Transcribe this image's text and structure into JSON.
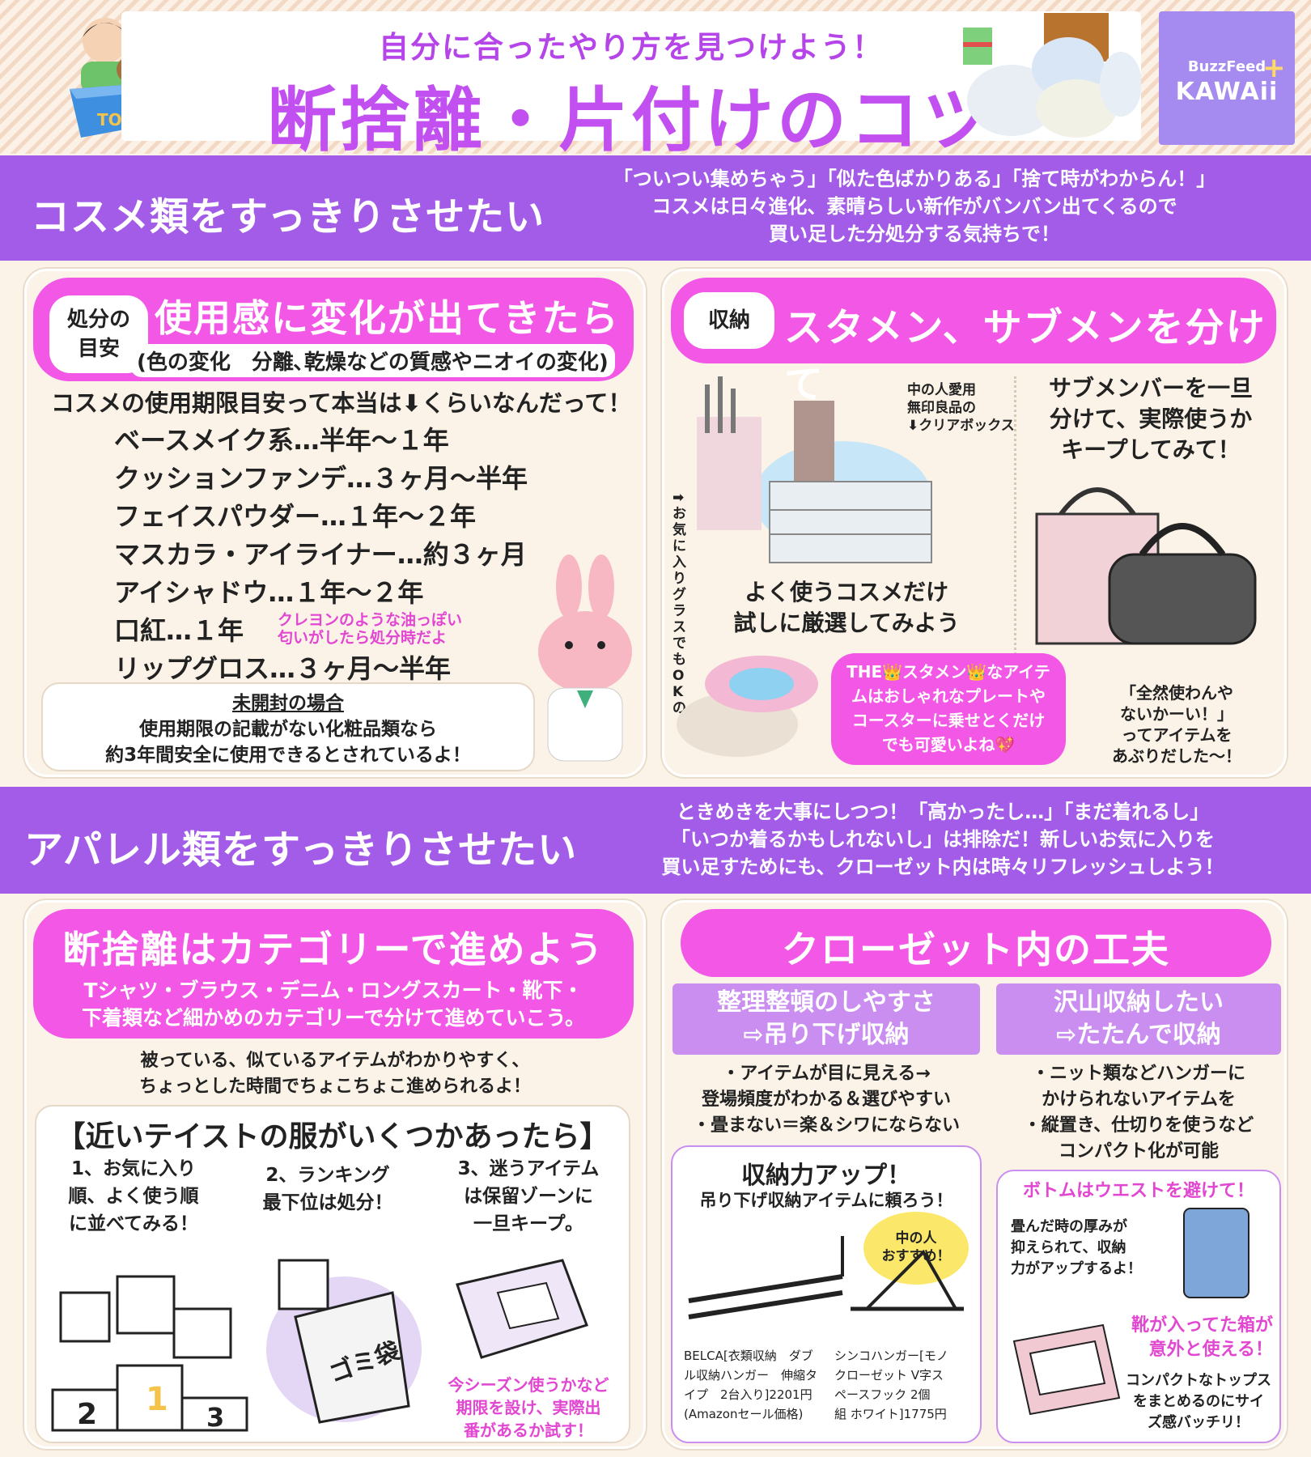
{
  "header": {
    "subtitle": "自分に合ったやり方を見つけよう！",
    "title": "断捨離・片付けのコツ",
    "toy_label": "TOY",
    "logo_top": "BuzzFeed",
    "logo_bottom": "KAWAii",
    "logo_plus": "+"
  },
  "cosme": {
    "band_title": "コスメ類をすっきりさせたい",
    "band_desc": [
      "「ついつい集めちゃう」「似た色ばかりある」「捨て時がわからん！」",
      "コスメは日々進化、素晴らしい新作がバンバン出てくるので",
      "買い足した分処分する気持ちで！"
    ],
    "left": {
      "tag": [
        "処分の",
        "目安"
      ],
      "heading": "使用感に変化が出てきたら",
      "heading_sub": "(色の変化　分離､乾燥などの質感やニオイの変化)",
      "intro": "コスメの使用期限目安って本当は⬇くらいなんだって！",
      "items": [
        "ベースメイク系…半年〜１年",
        "クッションファンデ…３ヶ月〜半年",
        "フェイスパウダー…１年〜２年",
        "マスカラ・アイライナー…約３ヶ月",
        "アイシャドウ…１年〜２年",
        "口紅…１年",
        "リップグロス…３ヶ月〜半年"
      ],
      "lipstick_note": [
        "クレヨンのような油っぽい",
        "匂いがしたら処分時だよ"
      ],
      "unopened_title": "未開封の場合",
      "unopened_text": [
        "使用期限の記載がない化粧品類なら",
        "約3年間安全に使用できるとされているよ！"
      ]
    },
    "right": {
      "tag": "収納",
      "heading": "スタメン、サブメンを分けて",
      "muji_note": [
        "中の人愛用",
        "無印良品の",
        "⬇クリアボックス"
      ],
      "glass_note": "➡お気に入りグラスでもOKの",
      "select_note": [
        "よく使うコスメだけ",
        "試しに厳選してみよう"
      ],
      "sub_note": [
        "サブメンバーを一旦",
        "分けて、実際使うか",
        "キープしてみて！"
      ],
      "plate_note": [
        "THE👑スタメン👑なアイテ",
        "ムはおしゃれなプレートや",
        "コースターに乗せとくだけ",
        "でも可愛いよね💖"
      ],
      "aburi_note": [
        "「全然使わんや",
        "ないかーい！」",
        "ってアイテムを",
        "あぶりだした〜！"
      ]
    }
  },
  "apparel": {
    "band_title": "アパレル類をすっきりさせたい",
    "band_desc": [
      "ときめきを大事にしつつ！「高かったし…」「まだ着れるし」",
      "「いつか着るかもしれないし」は排除だ！新しいお気に入りを",
      "買い足すためにも、クローゼット内は時々リフレッシュしよう！"
    ],
    "left": {
      "heading": "断捨離はカテゴリーで進めよう",
      "sub": [
        "Tシャツ・ブラウス・デニム・ロングスカート・靴下・",
        "下着類など細かめのカテゴリーで分けて進めていこう。"
      ],
      "note": [
        "被っている、似ているアイテムがわかりやすく、",
        "ちょっとした時間でちょこちょこ進められるよ！"
      ],
      "box_title": "【近いテイストの服がいくつかあったら】",
      "steps": [
        [
          "1、お気に入り",
          "順、よく使う順",
          "に並べてみる！"
        ],
        [
          "2、ランキング",
          "最下位は処分！"
        ],
        [
          "3、迷うアイテム",
          "は保留ゾーンに",
          "一旦キープ。"
        ]
      ],
      "podium": [
        "1",
        "2",
        "3"
      ],
      "bag_label": "ゴミ袋",
      "hold_note": [
        "今シーズン使うかなど",
        "期限を設け、実際出",
        "番があるか試す！"
      ]
    },
    "right": {
      "heading": "クローゼット内の工夫",
      "col1_head": [
        "整理整頓のしやすさ",
        "⇨吊り下げ収納"
      ],
      "col1_text": [
        "・アイテムが目に見える→",
        "登場頻度がわかる＆選びやすい",
        "・畳まない＝楽＆シワにならない"
      ],
      "col2_head": [
        "沢山収納したい",
        "⇨たたんで収納"
      ],
      "col2_text": [
        "・ニット類などハンガーに",
        "かけられないアイテムを",
        "・縦置き、仕切りを使うなど",
        "コンパクト化が可能"
      ],
      "capacity_title": "収納力アップ！",
      "capacity_sub": "吊り下げ収納アイテムに頼ろう！",
      "recommend": [
        "中の人",
        "おすすめ！"
      ],
      "product1": [
        "BELCA[衣類収納　ダブ",
        "ル収納ハンガー　伸縮タ",
        "イプ　2台入り]2201円",
        "(Amazonセール価格)"
      ],
      "product2": [
        "シンコハンガー[モノ",
        "クローゼット V字ス",
        "ペースフック 2個",
        "組 ホワイト]1775円"
      ],
      "bottom_title": "ボトムはウエストを避けて！",
      "bottom_text": [
        "畳んだ時の厚みが",
        "抑えられて、収納",
        "力がアップするよ！"
      ],
      "shoebox_title": [
        "靴が入ってた箱が",
        "意外と使える！"
      ],
      "shoebox_text": [
        "コンパクトなトップス",
        "をまとめるのにサイ",
        "ズ感バッチリ！"
      ]
    }
  }
}
